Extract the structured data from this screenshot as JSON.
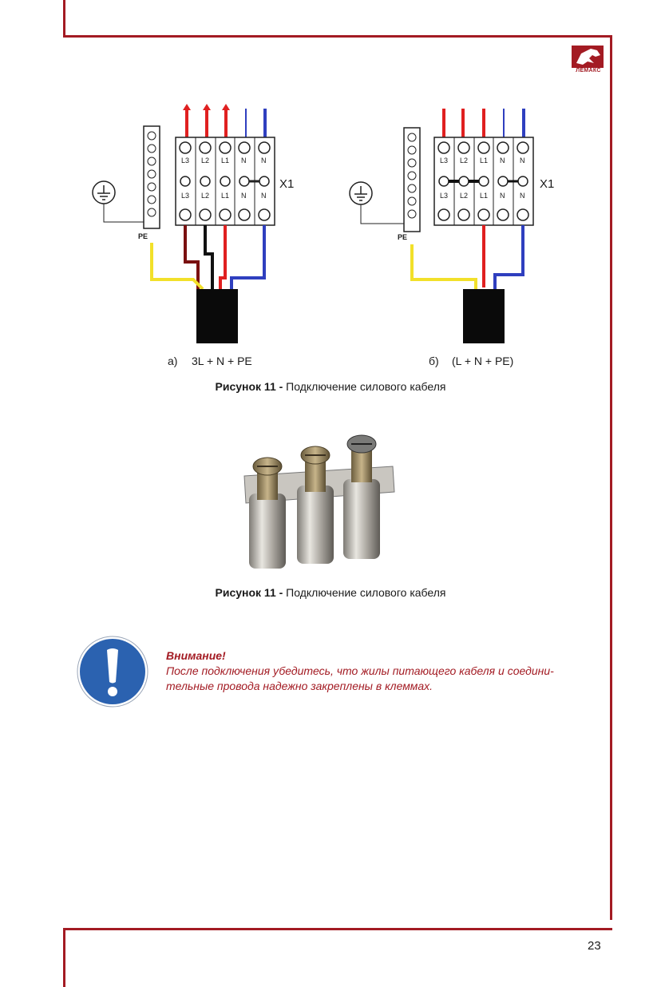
{
  "header": {
    "brand_name": "ЛЕМАКС",
    "brand_color": "#a31b23"
  },
  "figure_a": {
    "label_prefix": "а)",
    "label": "3L + N + PE",
    "pe_label": "PE",
    "block_label": "X1",
    "terminals_top": [
      "L3",
      "L2",
      "L1",
      "N",
      "N"
    ],
    "terminals_bottom": [
      "L3",
      "L2",
      "L1",
      "N",
      "N"
    ]
  },
  "figure_b": {
    "label_prefix": "б)",
    "label": "(L + N + PE)",
    "pe_label": "PE",
    "block_label": "X1",
    "terminals_top": [
      "L3",
      "L2",
      "L1",
      "N",
      "N"
    ],
    "terminals_bottom": [
      "L3",
      "L2",
      "L1",
      "N",
      "N"
    ]
  },
  "captions": {
    "first": {
      "bold": "Рисунок 11 -",
      "text": " Подключение силового кабеля"
    },
    "second": {
      "bold": "Рисунок 11 -",
      "text": " Подключение силового кабеля"
    }
  },
  "warning": {
    "icon": "exclamation-icon",
    "title": "Внимание!",
    "line1": "После подключения убедитесь, что жилы питающего кабеля и соедини-",
    "line2": "тельные провода надежно закреплены в клеммах."
  },
  "footer": {
    "page_number": "23"
  }
}
